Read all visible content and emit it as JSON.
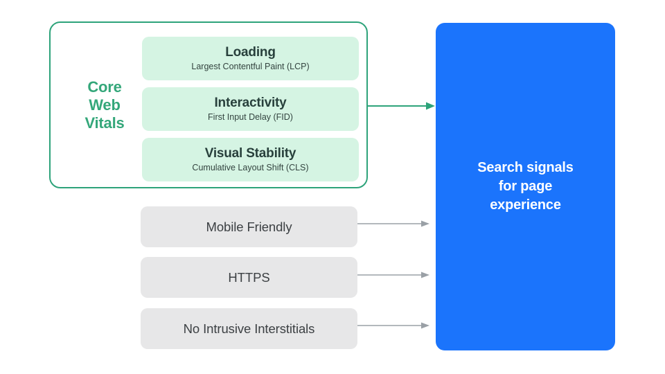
{
  "diagram": {
    "title": "Search signals for page experience",
    "colors": {
      "green_accent": "#34a77a",
      "green_border": "#2da37a",
      "mint_card": "#d5f4e3",
      "gray_card": "#e7e7e8",
      "gray_arrow": "#9aa0a6",
      "blue_panel": "#1b74fc",
      "dark_text": "#3c4043",
      "white": "#ffffff"
    }
  },
  "core_web_vitals": {
    "group_label_lines": [
      "Core",
      "Web",
      "Vitals"
    ],
    "group_label": "Core Web Vitals",
    "cards": [
      {
        "title": "Loading",
        "subtitle": "Largest Contentful Paint (LCP)",
        "metric_abbr": "LCP"
      },
      {
        "title": "Interactivity",
        "subtitle": "First Input Delay (FID)",
        "metric_abbr": "FID"
      },
      {
        "title": "Visual Stability",
        "subtitle": "Cumulative Layout Shift (CLS)",
        "metric_abbr": "CLS"
      }
    ]
  },
  "other_signals": [
    {
      "label": "Mobile Friendly"
    },
    {
      "label": "HTTPS"
    },
    {
      "label": "No Intrusive Interstitials"
    }
  ],
  "destination": {
    "text": "Search signals\nfor page\nexperience"
  }
}
